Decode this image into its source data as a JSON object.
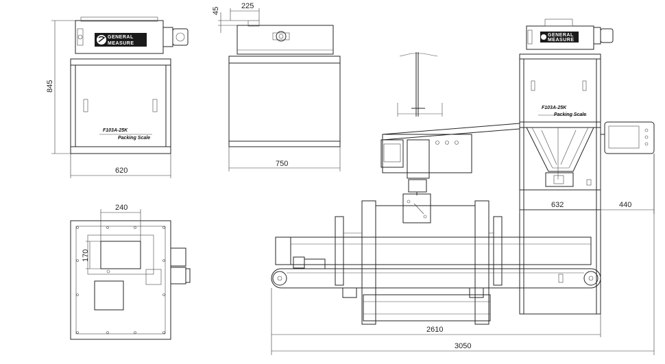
{
  "brand": {
    "line1": "GENERAL",
    "line2": "MEASURE"
  },
  "model": {
    "code": "F103A-25K",
    "name": "Packing Scale"
  },
  "dimensions": {
    "front_height": "845",
    "front_width": "620",
    "top_offset": "45",
    "top_inlet": "225",
    "side_width": "750",
    "plan_opening_width": "240",
    "plan_opening_height": "170",
    "frame_width": "632",
    "panel_offset": "440",
    "conveyor_length": "2610",
    "overall_length": "3050"
  },
  "colors": {
    "line": "#222222",
    "logo_bg": "#1a1a1a"
  }
}
